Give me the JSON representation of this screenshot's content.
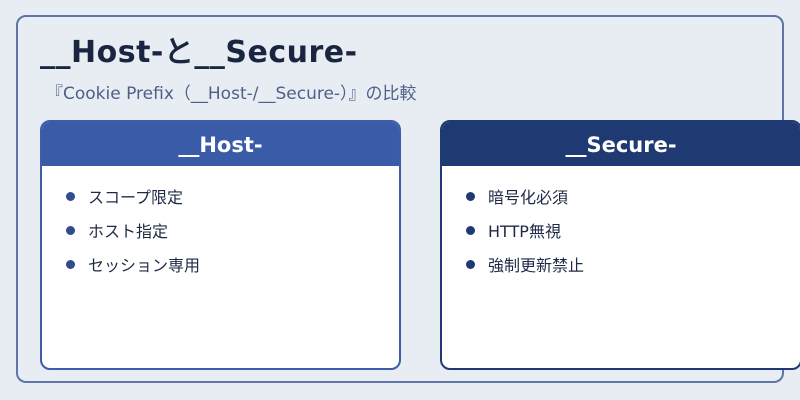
{
  "title": "__Host-と__Secure-",
  "subtitle": "『Cookie Prefix（__Host-/__Secure-）』の比較",
  "cards": [
    {
      "heading": "__Host-",
      "items": [
        "スコープ限定",
        "ホスト指定",
        "セッション専用"
      ]
    },
    {
      "heading": "__Secure-",
      "items": [
        "暗号化必須",
        "HTTP無視",
        "強制更新禁止"
      ]
    }
  ],
  "colors": {
    "background": "#e8edf3",
    "host_header": "#3a5ca8",
    "secure_header": "#1f3a73",
    "title_text": "#1a2540",
    "subtitle_text": "#4f5f86"
  }
}
